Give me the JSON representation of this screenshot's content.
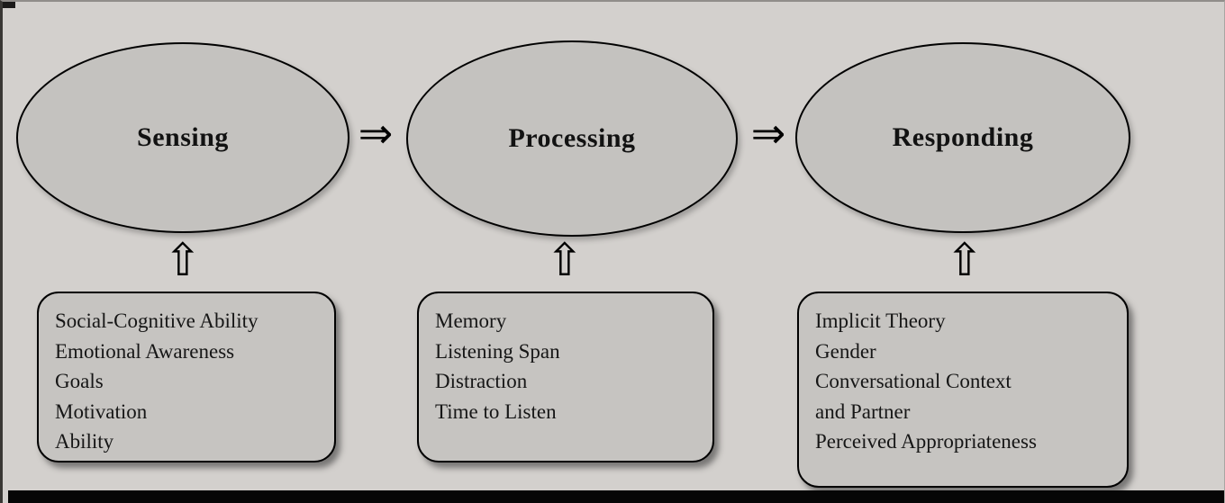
{
  "stages": [
    {
      "label": "Sensing",
      "factor_lines": [
        "Social-Cognitive Ability",
        "Emotional Awareness",
        "Goals",
        "Motivation",
        "Ability"
      ]
    },
    {
      "label": "Processing",
      "factor_lines": [
        "Memory",
        "Listening Span",
        "Distraction",
        "Time to Listen"
      ]
    },
    {
      "label": "Responding",
      "factor_lines": [
        "Implicit Theory",
        "Gender",
        "Conversational Context",
        "and Partner",
        "Perceived Appropriateness"
      ]
    }
  ],
  "icons": {
    "right_arrow": "⇒",
    "up_arrow": "⇧"
  },
  "colors": {
    "background": "#d3d0cd",
    "shape_fill": "#c4c2bf",
    "border": "#000000",
    "bottom_bar": "#060606"
  }
}
